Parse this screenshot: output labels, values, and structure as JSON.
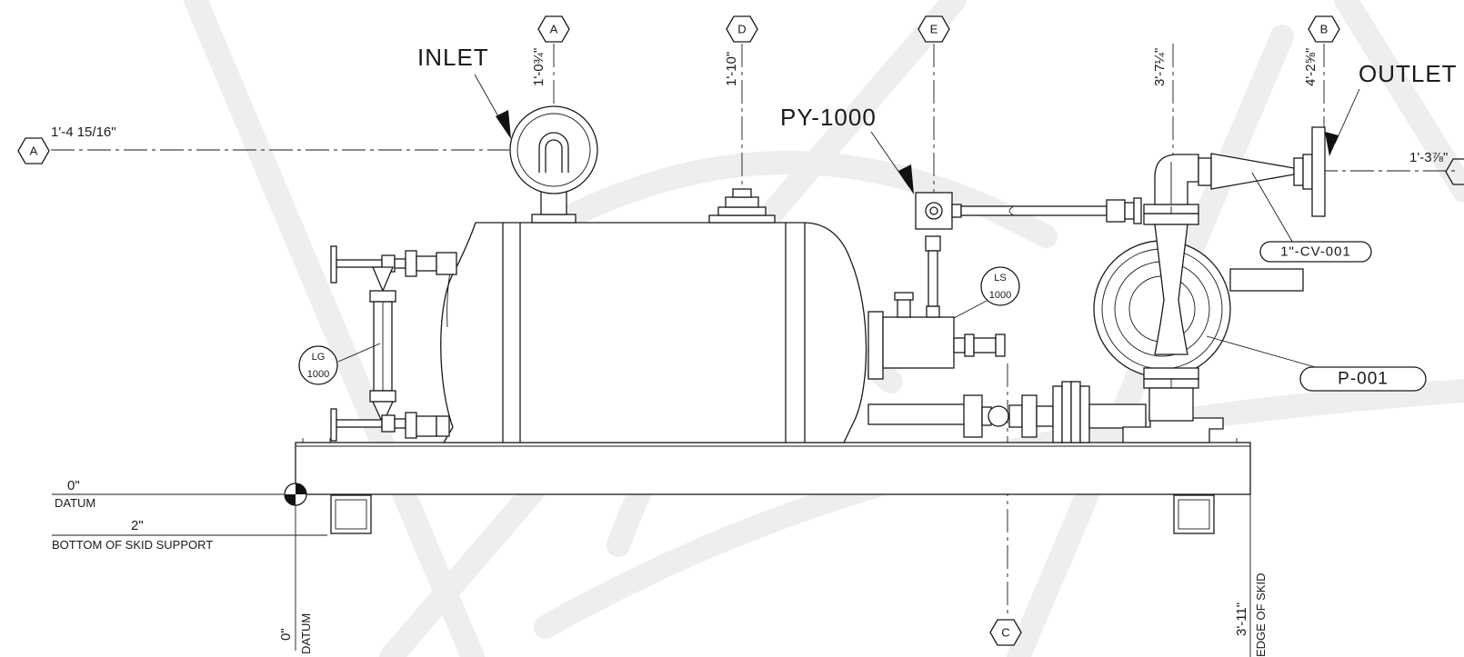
{
  "gridlines": [
    "A",
    "D",
    "E",
    "B",
    "C"
  ],
  "callouts": {
    "inlet": "INLET",
    "outlet": "OUTLET",
    "py": "PY-1000"
  },
  "tags": {
    "cv": "1\"-CV-001",
    "pump": "P-001"
  },
  "instruments": {
    "lg": {
      "type": "LG",
      "number": "1000"
    },
    "ls": {
      "type": "LS",
      "number": "1000"
    }
  },
  "dimensions": {
    "a_top": "1'-0¾\"",
    "d_top": "1'-10\"",
    "c_top": "3'-7¼\"",
    "b_top": "4'-2⅝\"",
    "a_left": "1'-4 15/16\"",
    "right_elev": "1'-3⅞\"",
    "datum_value": "0\"",
    "datum_label": "DATUM",
    "skid_value": "2\"",
    "skid_label": "BOTTOM OF SKID SUPPORT",
    "datum_vert_value": "0\"",
    "datum_vert_label": "DATUM",
    "edge_value": "3'-11\"",
    "edge_label": "EDGE OF SKID"
  }
}
